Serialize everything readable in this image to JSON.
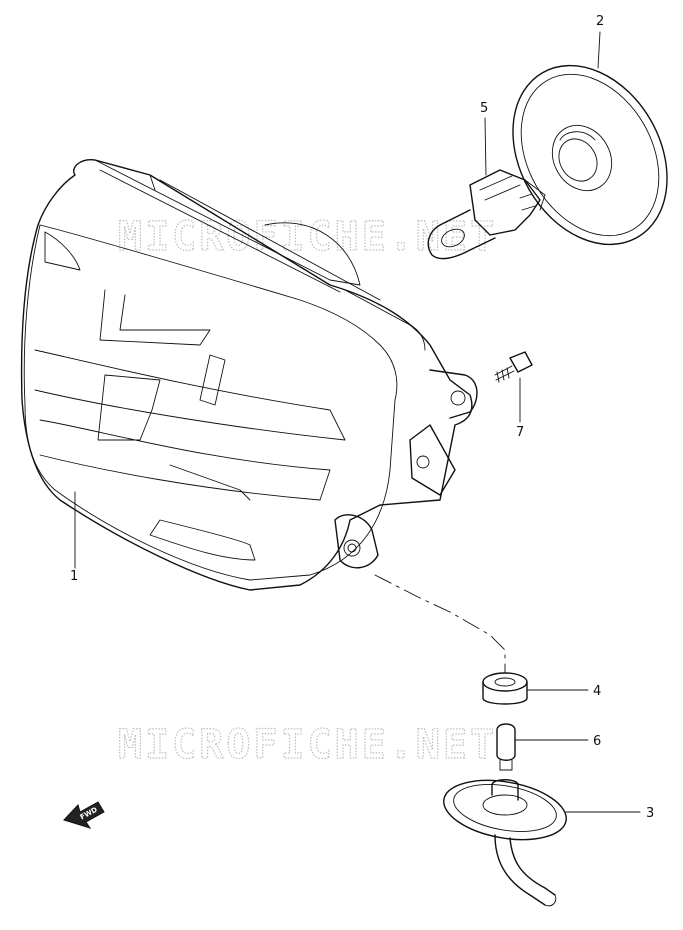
{
  "watermark": "MICROFICHE.NET",
  "fwd_label": "FWD",
  "parts": [
    {
      "number": "1",
      "icon": "headlight-housing-icon"
    },
    {
      "number": "2",
      "icon": "bulb-socket-cover-icon"
    },
    {
      "number": "3",
      "icon": "position-lamp-socket-icon"
    },
    {
      "number": "4",
      "icon": "grommet-icon"
    },
    {
      "number": "5",
      "icon": "headlight-bulb-icon"
    },
    {
      "number": "6",
      "icon": "position-lamp-bulb-icon"
    },
    {
      "number": "7",
      "icon": "screw-icon"
    }
  ]
}
